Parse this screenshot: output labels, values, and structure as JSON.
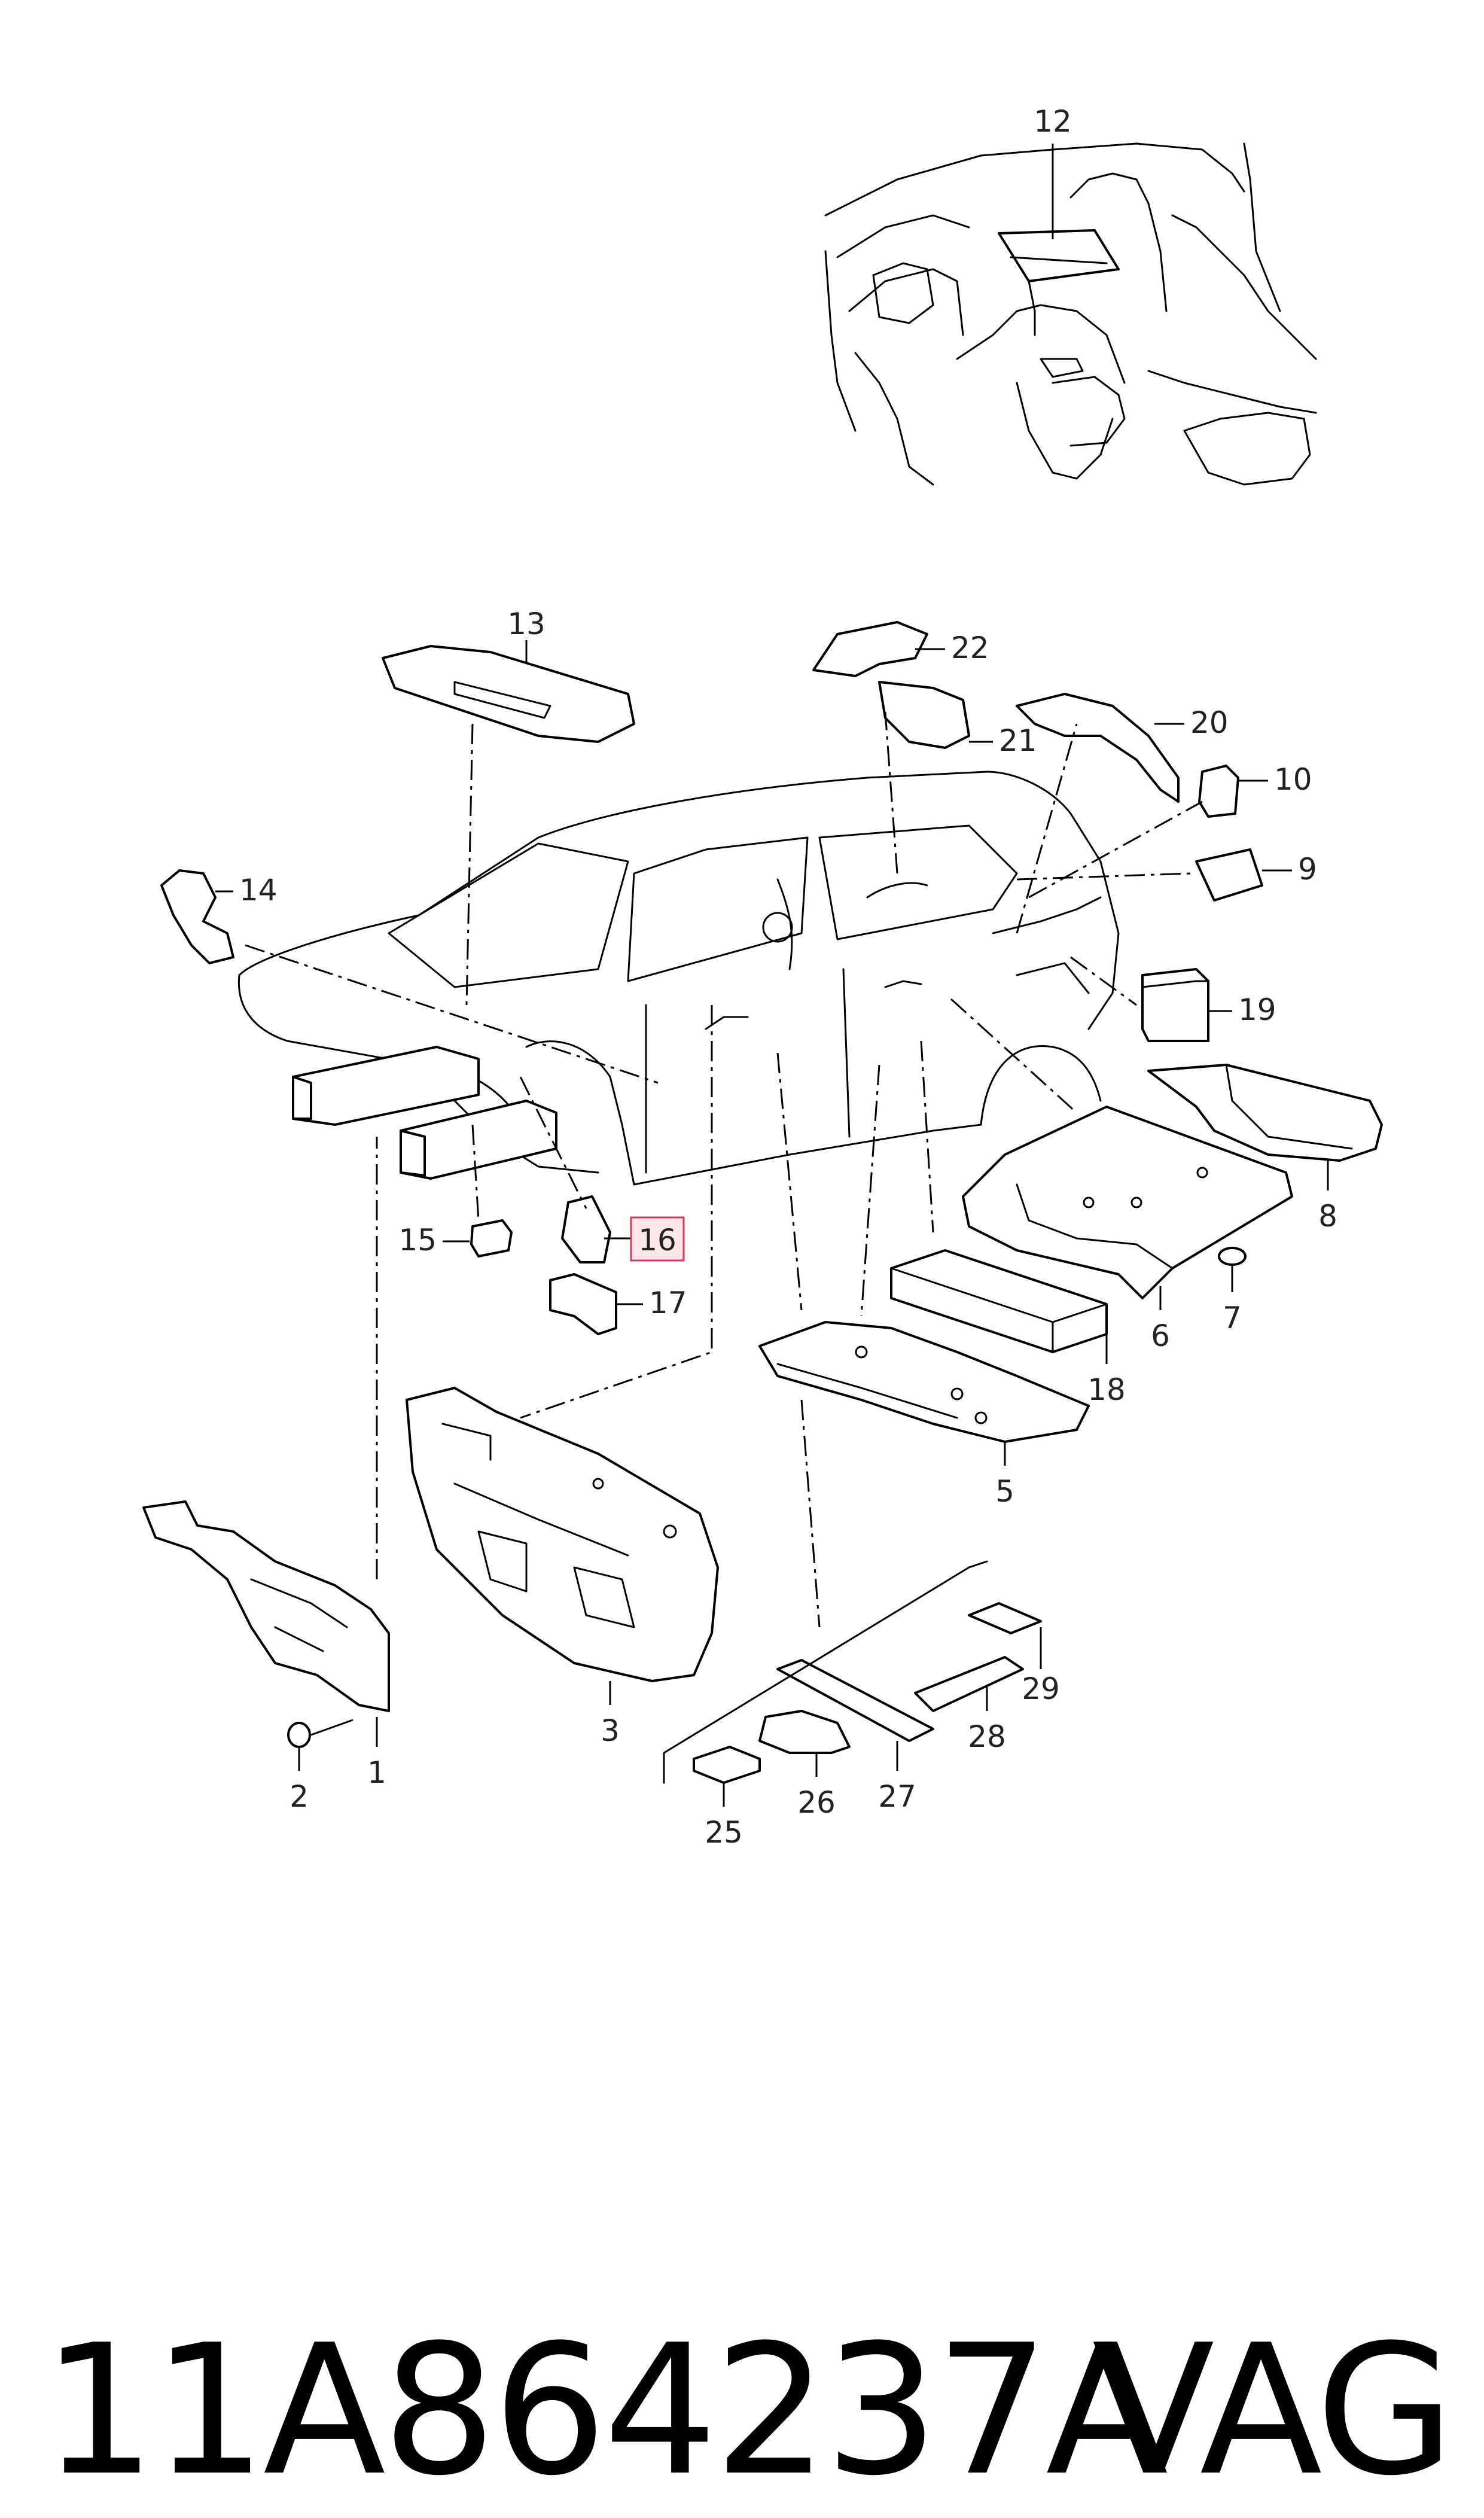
{
  "callouts": [
    "1",
    "2",
    "3",
    "5",
    "6",
    "7",
    "8",
    "9",
    "10",
    "12",
    "13",
    "14",
    "15",
    "16",
    "17",
    "18",
    "19",
    "20",
    "21",
    "22",
    "25",
    "26",
    "27",
    "28",
    "29"
  ],
  "highlighted_callout": "16",
  "colors": {
    "highlight_fill": "#fde6ea",
    "highlight_stroke": "#d9365b",
    "line": "#000000"
  },
  "footer": {
    "part_number": "11A864237A",
    "brand": "VAG"
  }
}
